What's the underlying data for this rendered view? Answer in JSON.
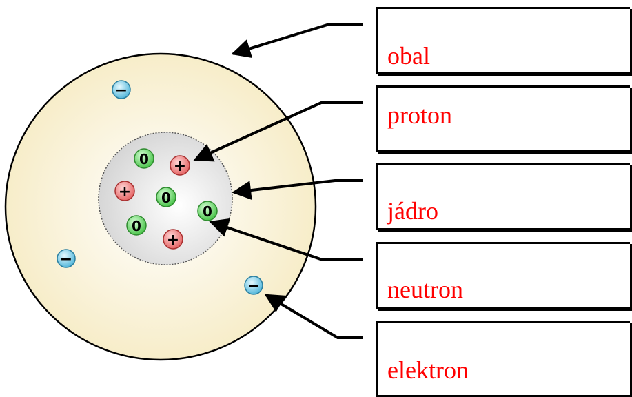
{
  "colors": {
    "label_text": "#ff0000",
    "shell_fill": "#fbf4dc",
    "nucleus_fill": "#ececec",
    "proton_fill": "#f08080",
    "neutron_fill": "#7ed97e",
    "electron_fill": "#8fd6ee",
    "arrow": "#000000"
  },
  "labels": {
    "shell": "obal",
    "proton": "proton",
    "nucleus": "jádro",
    "neutron": "neutron",
    "electron": "elektron"
  },
  "particles": {
    "proton_symbol": "+",
    "neutron_symbol": "0",
    "electron_symbol": "−"
  },
  "icons": [
    "proton-icon",
    "neutron-icon",
    "electron-icon",
    "arrow-icon"
  ]
}
